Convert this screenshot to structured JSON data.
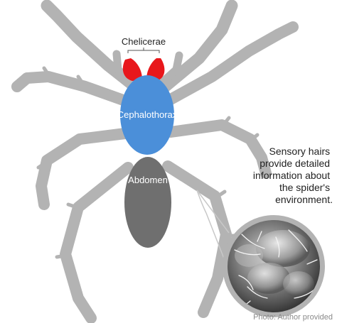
{
  "labels": {
    "chelicerae": "Chelicerae",
    "cephalothorax": "Cephalothorax",
    "abdomen": "Abdomen"
  },
  "note": {
    "lines": [
      "Sensory hairs",
      "provide detailed",
      "information about",
      "the spider's",
      "environment."
    ]
  },
  "credit": "Photo: Author provided",
  "colors": {
    "legs": "#b3b3b3",
    "chelicerae": "#e8171b",
    "cephalothorax": "#4b8fd9",
    "abdomen": "#6f6f6f",
    "text_dark": "#222222",
    "text_light": "#ffffff",
    "credit": "#8a8a8a"
  }
}
